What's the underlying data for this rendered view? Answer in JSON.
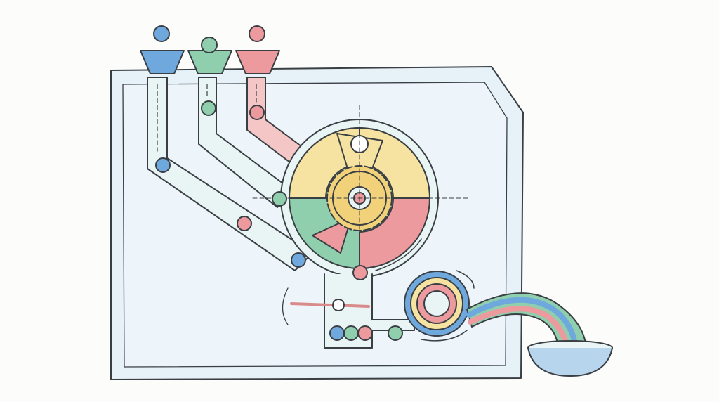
{
  "colors": {
    "background": "#fcfcfa",
    "outline": "#3a3f44",
    "tank_fill": "#e6f1f8",
    "pipe_fill": "#e9f4f5",
    "blue": "#6fa8dc",
    "green": "#8fcfae",
    "pink": "#ec9a9e",
    "yellow": "#f6e3a1",
    "gear": "#f1d27a"
  },
  "icons": [
    "blue-ball",
    "green-ball",
    "pink-ball",
    "funnel",
    "gear",
    "spiral",
    "bowl",
    "lever"
  ]
}
